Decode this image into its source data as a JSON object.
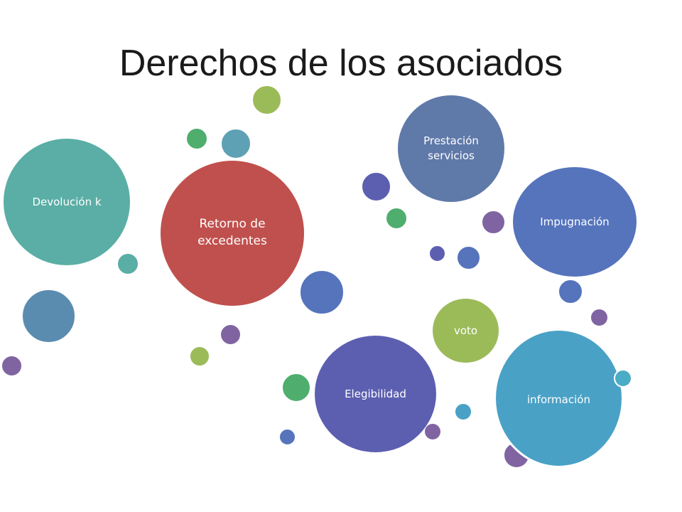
{
  "title": "Derechos de los asociados",
  "nodes": [
    {
      "label": "Devolución k",
      "color": "#5aaea5"
    },
    {
      "label": "Retorno de\nexcedentes",
      "color": "#c0504d"
    },
    {
      "label": "Prestación\nservicios",
      "color": "#5f79a9"
    },
    {
      "label": "Impugnación",
      "color": "#5574bc"
    },
    {
      "label": "voto",
      "color": "#9bbb59"
    },
    {
      "label": "Elegibilidad",
      "color": "#5c5fb0"
    },
    {
      "label": "información",
      "color": "#4aa1c6"
    }
  ],
  "palette": {
    "teal": "#5aaea5",
    "green": "#9bbb59",
    "mint": "#4fae6e",
    "slate": "#5a8cb0",
    "blue": "#5574bc",
    "purple": "#8064a2",
    "steelblue": "#5ea1b5",
    "skyblue": "#4aa1c6",
    "cyan": "#4bacc6",
    "indigo": "#5c5fb0"
  }
}
